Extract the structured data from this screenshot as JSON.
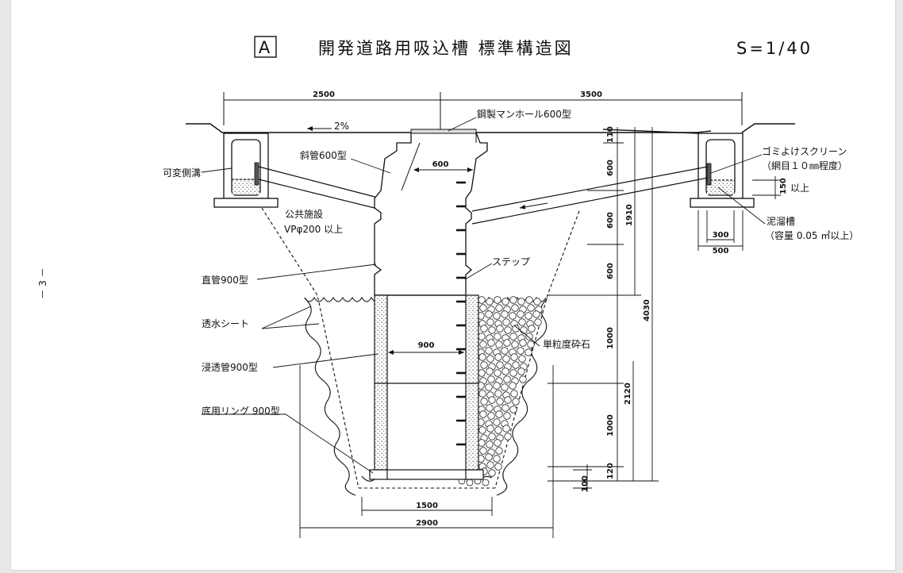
{
  "title": {
    "box_letter": "A",
    "main": "開発道路用吸込槽 標準構造図",
    "scale": "S=1/40"
  },
  "page_marker": "－ 3 －",
  "dims": {
    "top_left": "2500",
    "top_right": "3500",
    "slope": "2%",
    "inner_600": "600",
    "inner_900": "900",
    "bottom_1500": "1500",
    "bottom_2900": "2900",
    "right_300": "300",
    "right_500": "500",
    "right_150": "150",
    "v_110": "110",
    "v_600a": "600",
    "v_600b": "600",
    "v_600c": "600",
    "v_1000a": "1000",
    "v_1000b": "1000",
    "v_120": "120",
    "v_100": "100",
    "v_1910": "1910",
    "v_4030": "4030",
    "v_2120": "2120"
  },
  "labels": {
    "manhole": "鋼製マンホール600型",
    "oblique_pipe": "斜管600型",
    "side_ditch": "可変側溝",
    "public_facility_1": "公共施設",
    "public_facility_2": "VPφ200 以上",
    "straight_pipe": "直管900型",
    "permeable_sheet": "透水シート",
    "infiltration_pipe": "浸透管900型",
    "bottom_ring": "底用リング 900型",
    "step": "ステップ",
    "crushed_stone": "単粒度砕石",
    "screen_1": "ゴミよけスクリーン",
    "screen_2": "（網目１０㎜程度）",
    "over_150": "以上",
    "sump_1": "泥溜槽",
    "sump_2": "（容量 0.05 ㎥以上）"
  }
}
